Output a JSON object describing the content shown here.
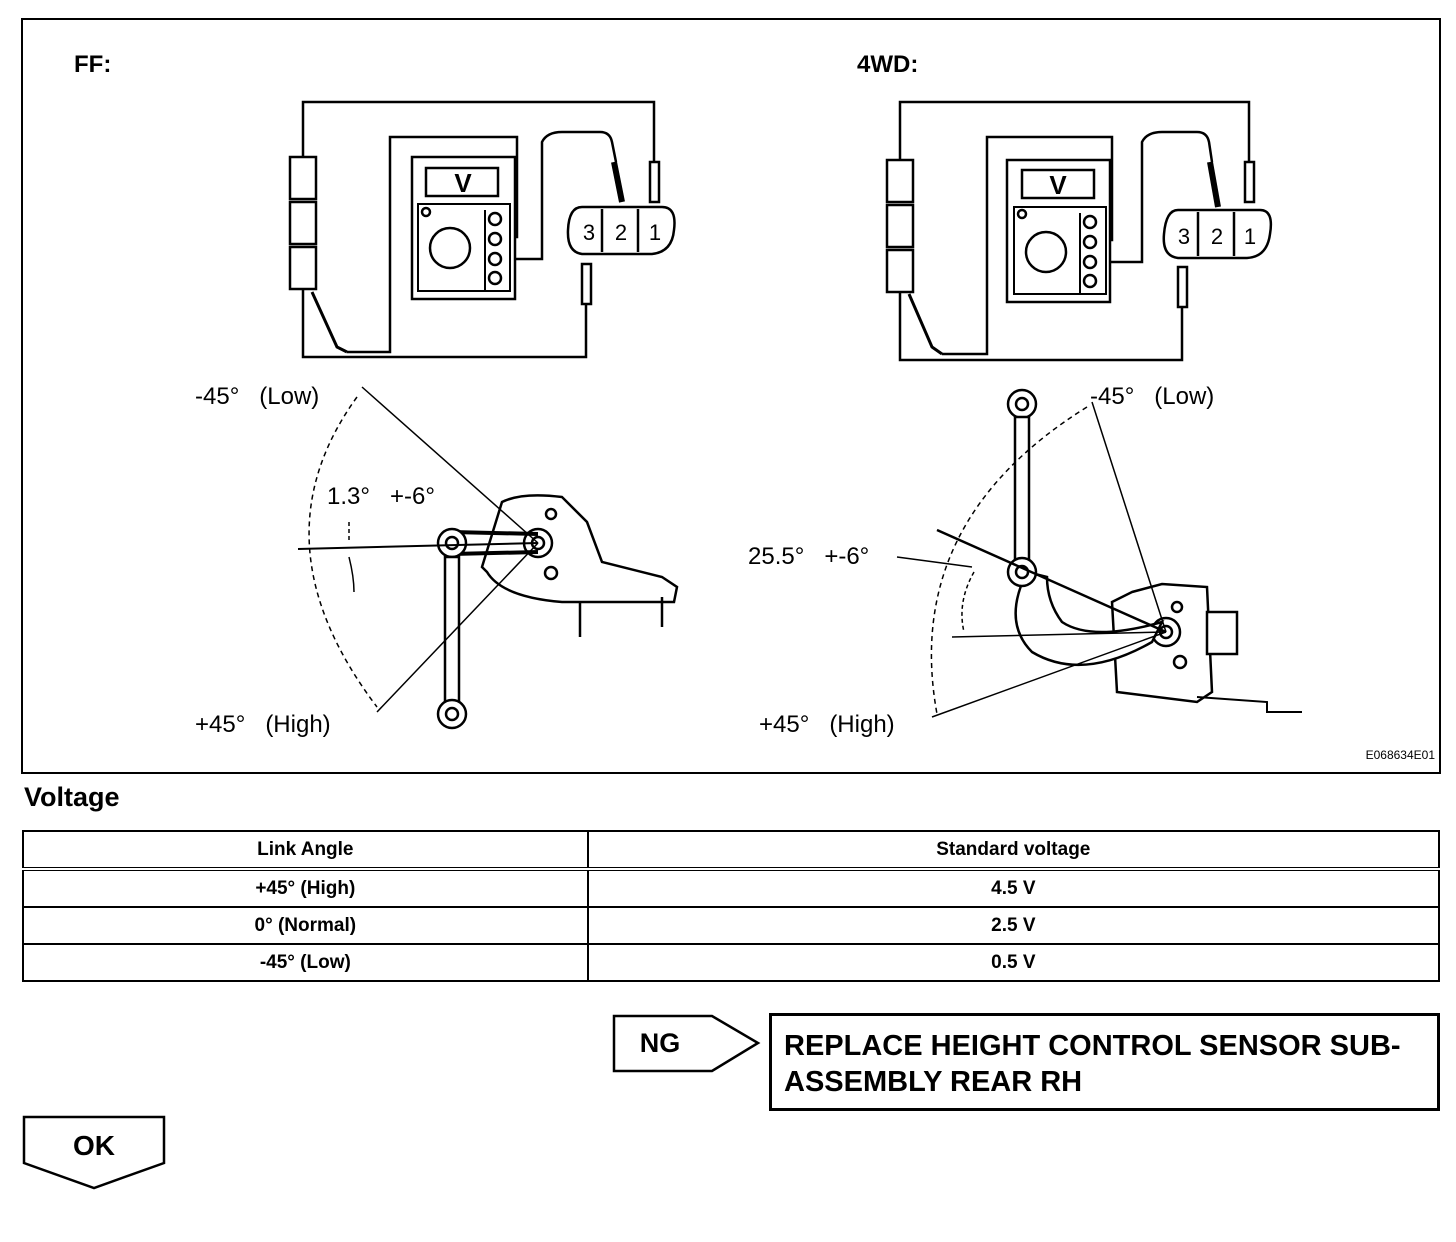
{
  "figure": {
    "ff_label": "FF:",
    "fwd_label": "4WD:",
    "meter_label": "V",
    "terminals": [
      "3",
      "2",
      "1"
    ],
    "ff_low": "-45°   (Low)",
    "ff_angle": "1.3°   +-6°",
    "ff_high": "+45°   (High)",
    "fwd_low": "-45°   (Low)",
    "fwd_angle": "25.5°   +-6°",
    "fwd_high": "+45°   (High)",
    "figure_code": "E068634E01"
  },
  "section_title": "Voltage",
  "table": {
    "headers": [
      "Link Angle",
      "Standard voltage"
    ],
    "rows": [
      [
        "+45° (High)",
        "4.5 V"
      ],
      [
        "0° (Normal)",
        "2.5 V"
      ],
      [
        "-45° (Low)",
        "0.5 V"
      ]
    ]
  },
  "ng": {
    "label": "NG",
    "result_line1": "REPLACE HEIGHT CONTROL SENSOR SUB-",
    "result_line2": "ASSEMBLY REAR RH"
  },
  "ok": {
    "label": "OK"
  }
}
